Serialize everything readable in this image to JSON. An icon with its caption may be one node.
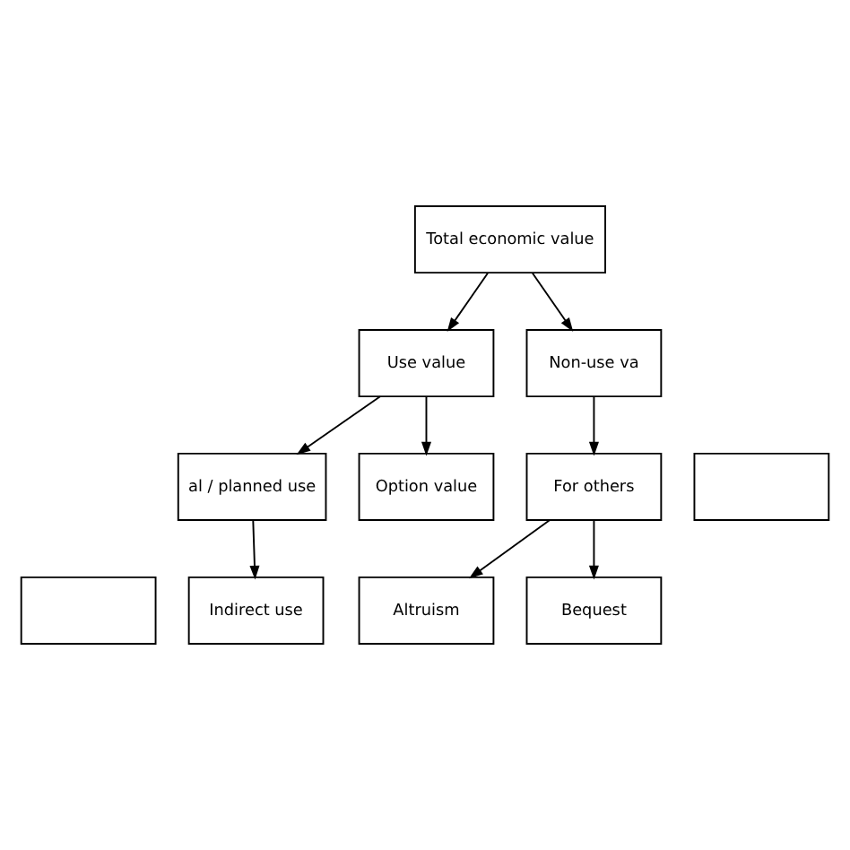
{
  "diagram": {
    "nodes": [
      {
        "text": [
          "Total economic value"
        ]
      },
      {
        "text": [
          "Use value"
        ]
      },
      {
        "text": [
          "Non-use va"
        ]
      },
      {
        "text": [
          "al / planned use"
        ]
      },
      {
        "text": [
          "Option value"
        ]
      },
      {
        "text": [
          "For others"
        ]
      },
      {
        "text": [],
        "shape": "box"
      },
      {
        "text": [],
        "shape": "box"
      },
      {
        "text": [
          "Indirect use"
        ]
      },
      {
        "text": [
          "Altruism"
        ]
      },
      {
        "text": [
          "Bequest"
        ]
      }
    ],
    "edges": [
      {
        "from": 0,
        "to": 1,
        "arrow": "to"
      },
      {
        "from": 0,
        "to": 2,
        "arrow": "to"
      },
      {
        "from": 1,
        "to": 3,
        "arrow": "to"
      },
      {
        "from": 1,
        "to": 4,
        "arrow": "to"
      },
      {
        "from": 2,
        "to": 5,
        "arrow": "to"
      },
      {
        "from": 3,
        "to": 8,
        "arrow": "to"
      },
      {
        "from": 5,
        "to": 9,
        "arrow": "to"
      },
      {
        "from": 5,
        "to": 10,
        "arrow": "to"
      }
    ]
  }
}
